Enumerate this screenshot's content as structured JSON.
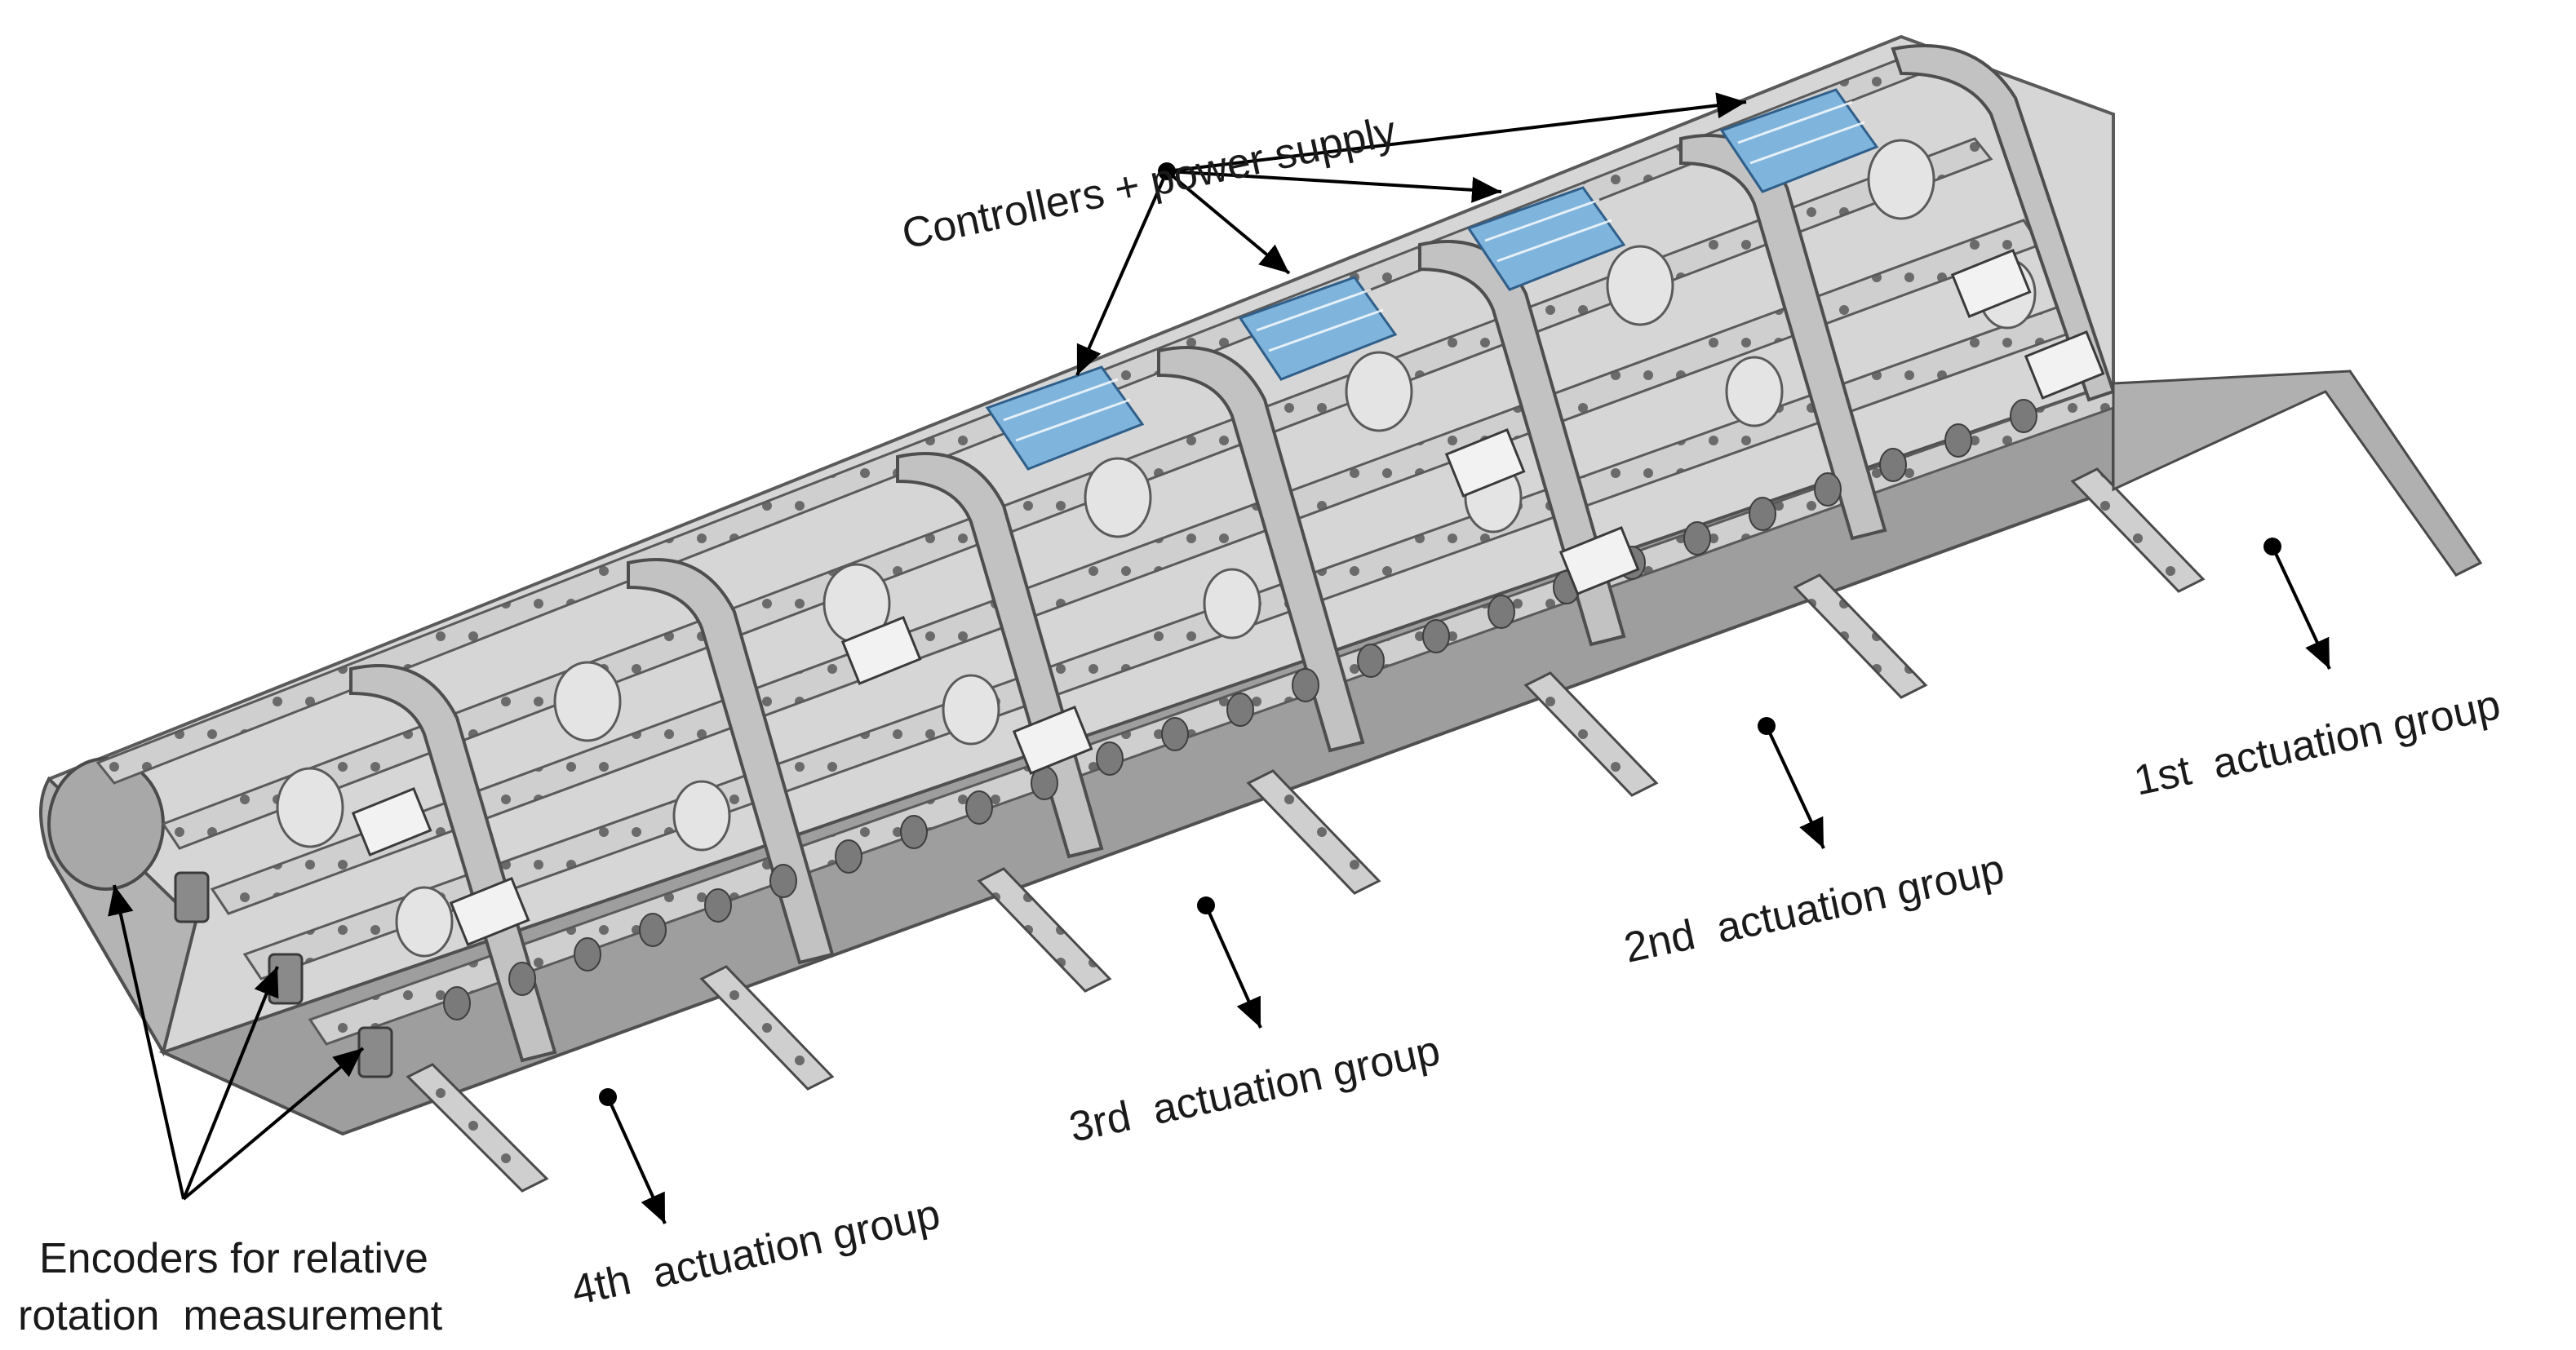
{
  "labels": {
    "controllers": "Controllers + power supply",
    "group1": "1st  actuation group",
    "group2": "2nd  actuation group",
    "group3": "3rd  actuation group",
    "group4": "4th  actuation group",
    "encoders_line1": "Encoders for relative",
    "encoders_line2": "rotation  measurement"
  },
  "colors": {
    "background": "#ffffff",
    "frame_light": "#dcdcdc",
    "frame_mid": "#b9b9b9",
    "frame_dark": "#8c8c8c",
    "frame_edge": "#505050",
    "controller_blue": "#7fb4dc",
    "controller_blue_dark": "#4a86b8",
    "annotation": "#000000"
  }
}
